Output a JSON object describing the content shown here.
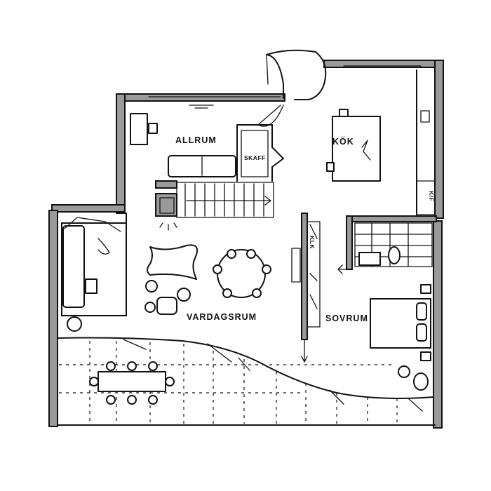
{
  "plan": {
    "rooms": {
      "allrum": "ALLRUM",
      "kok": "KÖK",
      "vardagsrum": "VARDAGSRUM",
      "sovrum": "SOVRUM"
    },
    "fixtures": {
      "skafferi": "SKAFF",
      "kyl_frys_kitchen": "K/F",
      "klädskåp": "KLK"
    }
  }
}
